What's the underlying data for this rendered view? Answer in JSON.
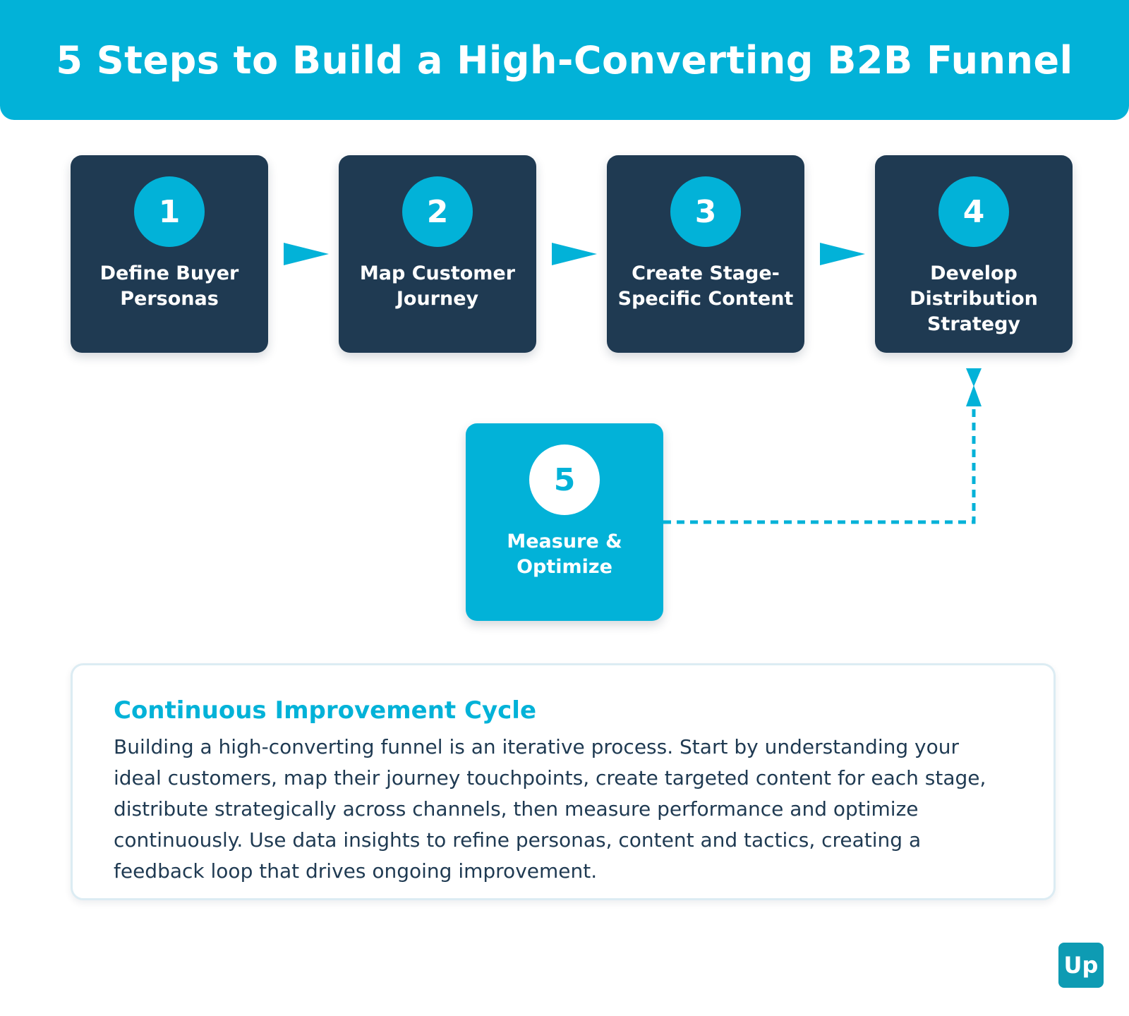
{
  "title": "5 Steps to Build a High-Converting B2B Funnel",
  "steps": [
    {
      "number": "1",
      "label": "Define Buyer Personas"
    },
    {
      "number": "2",
      "label": "Map Customer Journey"
    },
    {
      "number": "3",
      "label": "Create Stage-Specific Content"
    },
    {
      "number": "4",
      "label": "Develop Distribution Strategy"
    },
    {
      "number": "5",
      "label": "Measure & Optimize"
    }
  ],
  "info": {
    "heading": "Continuous Improvement Cycle",
    "body": "Building a high-converting funnel is an iterative process. Start by understanding your ideal customers, map their journey touchpoints, create targeted content for each stage, distribute strategically across channels, then measure performance and optimize continuously. Use data insights to refine personas, content and tactics, creating a feedback loop that drives ongoing improvement."
  },
  "logo": {
    "text": "Up"
  },
  "colors": {
    "accent": "#02b2d8",
    "dark_box": "#1f3a52",
    "text_dark": "#1f3a52",
    "white": "#ffffff"
  }
}
